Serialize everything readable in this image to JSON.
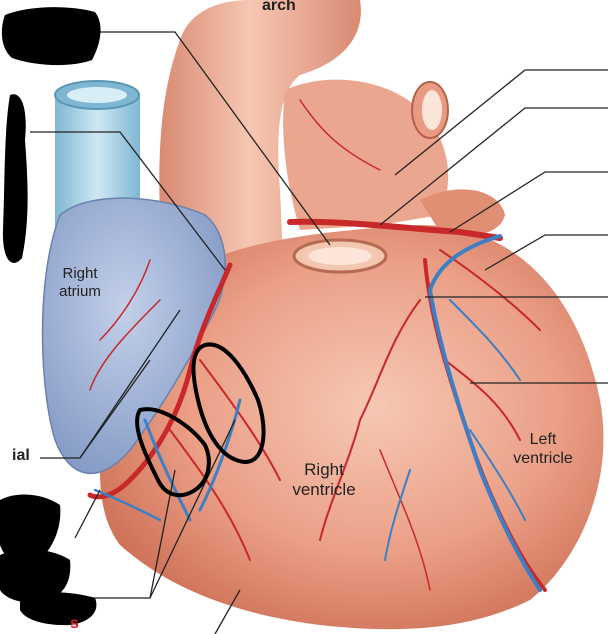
{
  "labels": {
    "arch": "arch",
    "right_atrium_1": "Right",
    "right_atrium_2": "atrium",
    "right_ventricle_1": "Right",
    "right_ventricle_2": "ventricle",
    "left_ventricle_1": "Left",
    "left_ventricle_2": "ventricle",
    "partial_left": "ial"
  },
  "colors": {
    "heart": "#e99a7e",
    "atrium": "#9db2d6",
    "vena_cava": "#a9d2e6",
    "artery": "#c8282a",
    "vein": "#3d7fc4",
    "leader": "#222222",
    "redaction": "#000000"
  }
}
